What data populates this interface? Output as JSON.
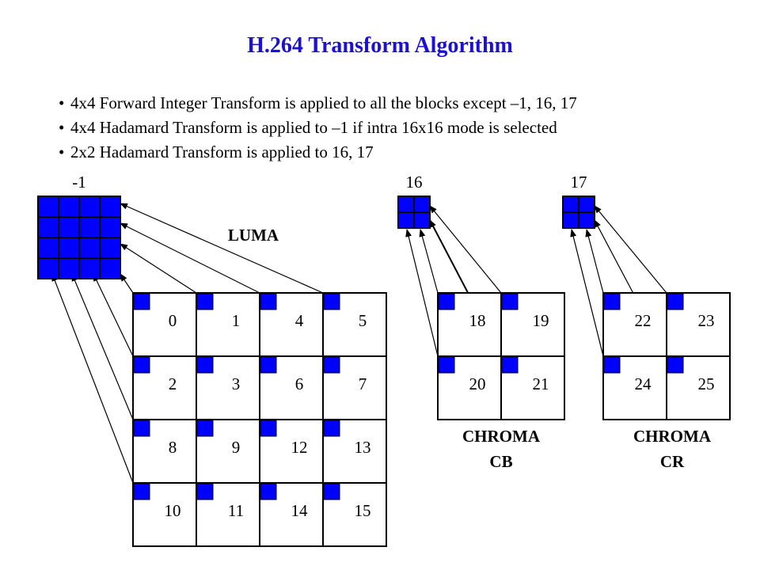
{
  "title": "H.264 Transform Algorithm",
  "bullets": [
    "4x4 Forward Integer Transform is applied to all the blocks except –1, 16, 17",
    "4x4 Hadamard Transform is applied to –1 if intra 16x16 mode is selected",
    "2x2 Hadamard Transform is applied to 16, 17"
  ],
  "dc_blocks": {
    "luma": "-1",
    "cb": "16",
    "cr": "17"
  },
  "luma": {
    "label": "LUMA",
    "blocks": [
      "0",
      "1",
      "4",
      "5",
      "2",
      "3",
      "6",
      "7",
      "8",
      "9",
      "12",
      "13",
      "10",
      "11",
      "14",
      "15"
    ]
  },
  "chroma_cb": {
    "label_line1": "CHROMA",
    "label_line2": "CB",
    "blocks": [
      "18",
      "19",
      "20",
      "21"
    ]
  },
  "chroma_cr": {
    "label_line1": "CHROMA",
    "label_line2": "CR",
    "blocks": [
      "22",
      "23",
      "24",
      "25"
    ]
  },
  "colors": {
    "title": "#1c10d6",
    "block_fill": "#0000ff",
    "outline": "#000000"
  }
}
